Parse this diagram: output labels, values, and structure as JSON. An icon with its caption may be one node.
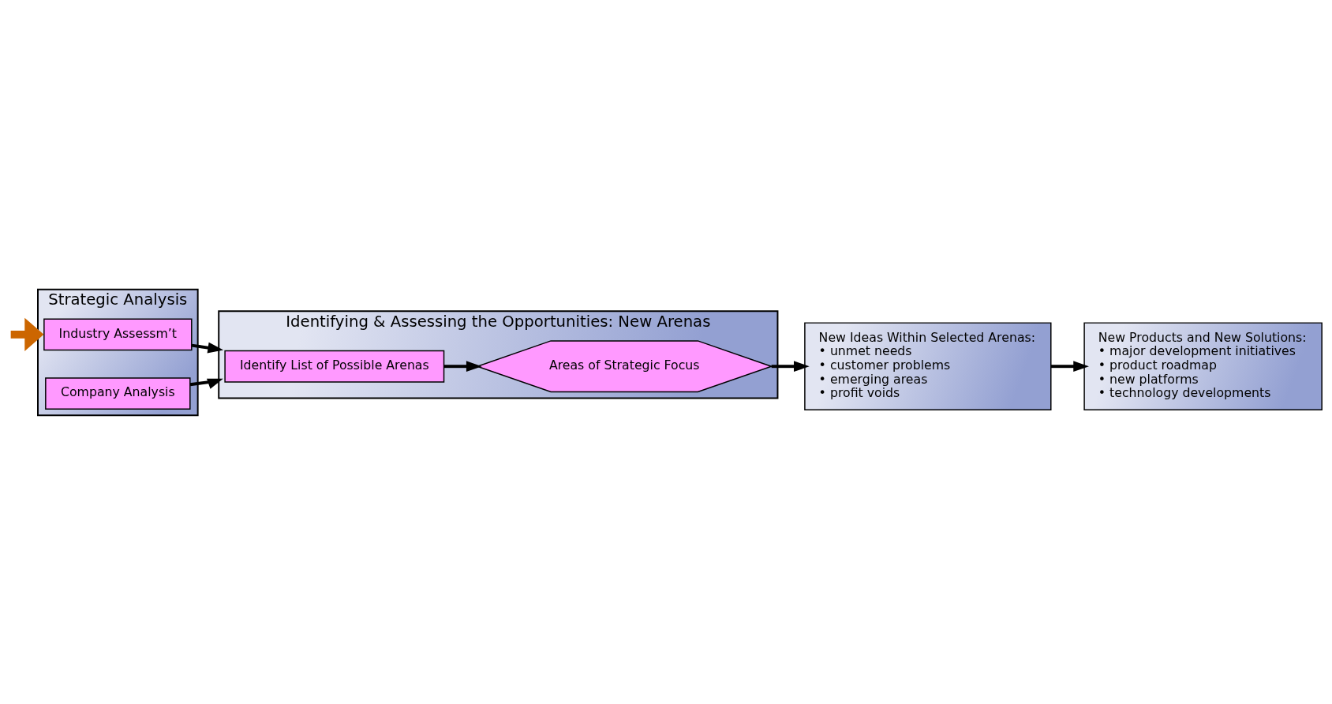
{
  "diagram": {
    "nodes": [
      {
        "text": [
          "Strategic Analysis"
        ]
      },
      {
        "text": [
          "Industry Assessm’t"
        ],
        "in": 0
      },
      {
        "text": [
          "Company Analysis"
        ],
        "in": 0
      },
      {
        "text": [
          "Identifying & Assessing the Opportunities: New Arenas"
        ]
      },
      {
        "text": [
          "Identify List of Possible Arenas"
        ],
        "in": 3
      },
      {
        "text": [
          "Areas of Strategic Focus"
        ],
        "in": 3
      },
      {
        "text": [
          "New Ideas Within Selected Arenas:",
          "• unmet needs",
          "• customer problems",
          "• emerging areas",
          "• profit voids"
        ]
      },
      {
        "text": [
          "New Products and New Solutions:",
          "• major development initiatives",
          "• product roadmap",
          "• new platforms",
          "• technology developments"
        ]
      }
    ],
    "edges": [
      {
        "from": 1,
        "to": 3,
        "arrow": "to"
      },
      {
        "from": 2,
        "to": 3,
        "arrow": "to"
      },
      {
        "from": 4,
        "to": 5,
        "arrow": "to"
      },
      {
        "from": 5,
        "to": 6,
        "arrow": "to"
      },
      {
        "from": 6,
        "to": 7,
        "arrow": "to"
      },
      {
        "from": null,
        "to": 0,
        "arrow": "to",
        "style": "thick",
        "color": "#cc6600"
      }
    ]
  }
}
